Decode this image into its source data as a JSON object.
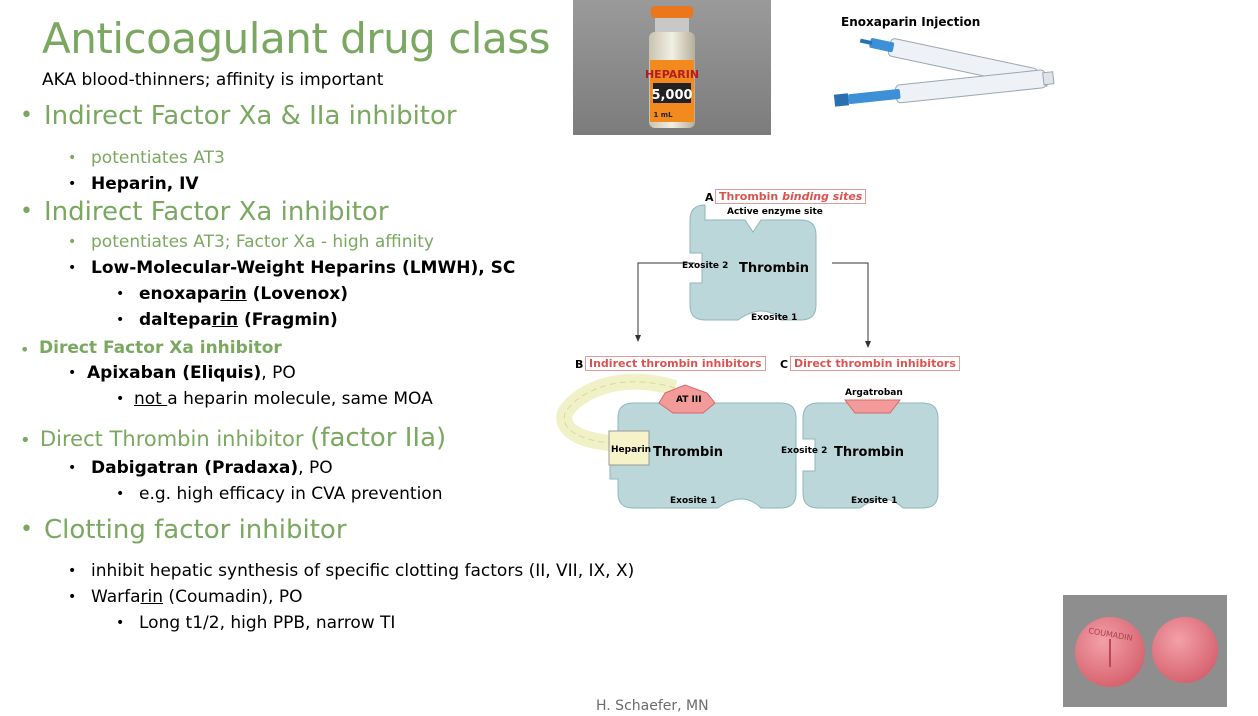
{
  "title": "Anticoagulant drug class",
  "subtitle": "AKA blood-thinners; affinity is important",
  "sections": {
    "indirect_xa_iia": {
      "heading": "Indirect Factor Xa & IIa inhibitor",
      "items": [
        "potentiates AT3",
        "Heparin, IV"
      ]
    },
    "indirect_xa": {
      "heading": "Indirect Factor Xa inhibitor",
      "items": [
        "potentiates AT3; Factor Xa - high affinity",
        "Low-Molecular-Weight Heparins (LMWH), SC"
      ],
      "sub_items": [
        {
          "pre": "enoxapa",
          "u": "rin",
          "post": " (Lovenox)"
        },
        {
          "pre": "daltepa",
          "u": "rin",
          "post": " (Fragmin)"
        }
      ]
    },
    "direct_xa": {
      "heading": "Direct Factor Xa inhibitor",
      "drug_bold": "Apixaban (Eliquis)",
      "drug_rest": ", PO",
      "note_u": "not ",
      "note_rest": "a heparin molecule, same MOA"
    },
    "direct_thrombin": {
      "heading": "Direct Thrombin inhibitor",
      "heading_large": "(factor IIa)",
      "drug_bold": "Dabigatran (Pradaxa)",
      "drug_rest": ", PO",
      "note": "e.g. high efficacy in CVA prevention"
    },
    "clotting": {
      "heading": "Clotting factor inhibitor",
      "item1": "inhibit hepatic synthesis of specific clotting factors (II, VII, IX, X)",
      "item2_pre": "Warfa",
      "item2_u": "rin",
      "item2_post": " (Coumadin), PO",
      "sub": "Long t1/2, high PPB, narrow TI"
    }
  },
  "images": {
    "vial_label": "HEPARIN",
    "vial_dose": "5,000",
    "vial_volume": "1 mL",
    "syringe_caption": "Enoxaparin Injection",
    "pill_imprint": "COUMADIN"
  },
  "diagram": {
    "panel_a_letter": "A",
    "panel_a_title_pre": "Thrombin ",
    "panel_a_title_em": "binding sites",
    "active_site": "Active enzyme site",
    "exosite2": "Exosite 2",
    "exosite1": "Exosite 1",
    "thrombin": "Thrombin",
    "panel_b_letter": "B",
    "panel_b_title": "Indirect thrombin inhibitors",
    "panel_c_letter": "C",
    "panel_c_title": "Direct thrombin inhibitors",
    "at3": "AT III",
    "heparin": "Heparin",
    "argatroban": "Argatroban"
  },
  "footer": "H. Schaefer, MN",
  "colors": {
    "accent_green": "#7aa860",
    "thrombin_fill": "#bcd7d9",
    "diagram_red": "#d9534f",
    "pill_pink": "#e0737f"
  }
}
